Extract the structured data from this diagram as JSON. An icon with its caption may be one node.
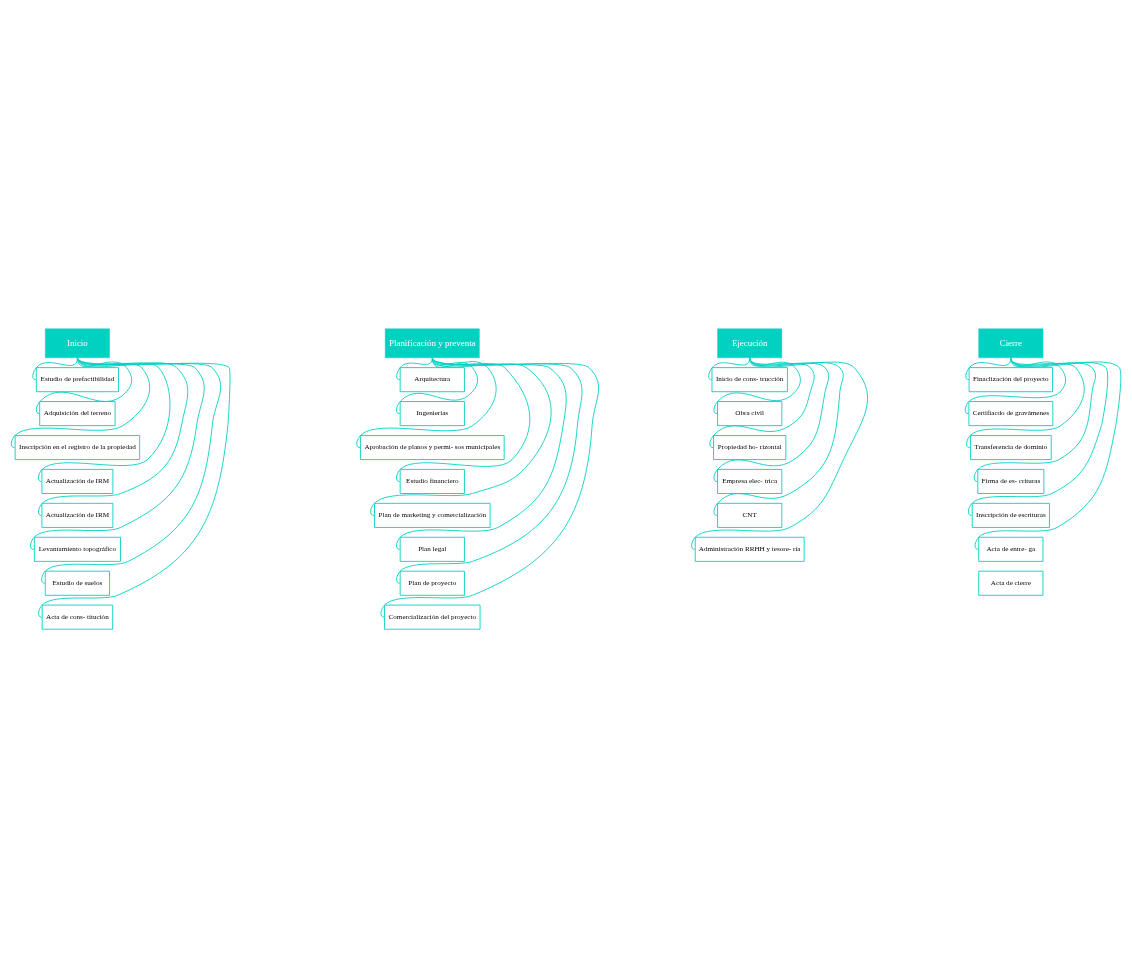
{
  "diagram": {
    "nodes": [
      {
        "text": [
          "Inicio"
        ]
      },
      {
        "text": [
          "Estudio de prefactibilidad"
        ]
      },
      {
        "text": [
          "Adquisición del terreno"
        ]
      },
      {
        "text": [
          "Inscripción en el registro de la propiedad"
        ]
      },
      {
        "text": [
          "Actualización de IRM"
        ]
      },
      {
        "text": [
          "Actualización de IRM"
        ]
      },
      {
        "text": [
          "Levantamiento topográfico"
        ]
      },
      {
        "text": [
          "Estudio de suelos"
        ]
      },
      {
        "text": [
          "Acta de cons- titución"
        ]
      },
      {
        "text": [
          "Planificación y preventa"
        ]
      },
      {
        "text": [
          "Arquitectura"
        ]
      },
      {
        "text": [
          "Ingenierías"
        ]
      },
      {
        "text": [
          "Aprobación de planos y permi- sos municipales"
        ]
      },
      {
        "text": [
          "Estudio financiero"
        ]
      },
      {
        "text": [
          "Plan de marketing y comercialización"
        ]
      },
      {
        "text": [
          "Plan legal"
        ]
      },
      {
        "text": [
          "Plan de proyecto"
        ]
      },
      {
        "text": [
          "Comercialización del proyecto"
        ]
      },
      {
        "text": [
          "Ejecución"
        ]
      },
      {
        "text": [
          "Inicio de cons- trucción"
        ]
      },
      {
        "text": [
          "Obra civil"
        ]
      },
      {
        "text": [
          "Propiedad ho- rizontal"
        ]
      },
      {
        "text": [
          "Empresa elec- trica"
        ]
      },
      {
        "text": [
          "CNT"
        ]
      },
      {
        "text": [
          "Administración RRHH y tesore- ría"
        ]
      },
      {
        "text": [
          "Cierre"
        ]
      },
      {
        "text": [
          "Finaclización del proyecto"
        ]
      },
      {
        "text": [
          "Certifiacdo de gravámenes"
        ]
      },
      {
        "text": [
          "Transferencia de dominio"
        ]
      },
      {
        "text": [
          "Firma de es- crituras"
        ]
      },
      {
        "text": [
          "Inscripción de escrituras"
        ]
      },
      {
        "text": [
          "Acta de entre- ga"
        ]
      },
      {
        "text": [
          "Acta de cierre"
        ]
      }
    ],
    "edges": [
      {
        "from": 0,
        "to": 1,
        "arrow": "none"
      },
      {
        "from": 0,
        "to": 2,
        "arrow": "none"
      },
      {
        "from": 0,
        "to": 3,
        "arrow": "none"
      },
      {
        "from": 0,
        "to": 4,
        "arrow": "none"
      },
      {
        "from": 0,
        "to": 5,
        "arrow": "none"
      },
      {
        "from": 0,
        "to": 6,
        "arrow": "none"
      },
      {
        "from": 0,
        "to": 7,
        "arrow": "none"
      },
      {
        "from": 0,
        "to": 8,
        "arrow": "none"
      },
      {
        "from": 9,
        "to": 10,
        "arrow": "none"
      },
      {
        "from": 9,
        "to": 11,
        "arrow": "none"
      },
      {
        "from": 9,
        "to": 12,
        "arrow": "none"
      },
      {
        "from": 9,
        "to": 13,
        "arrow": "none"
      },
      {
        "from": 9,
        "to": 14,
        "arrow": "none"
      },
      {
        "from": 9,
        "to": 15,
        "arrow": "none"
      },
      {
        "from": 9,
        "to": 16,
        "arrow": "none"
      },
      {
        "from": 9,
        "to": 17,
        "arrow": "none"
      },
      {
        "from": 18,
        "to": 19,
        "arrow": "none"
      },
      {
        "from": 18,
        "to": 20,
        "arrow": "none"
      },
      {
        "from": 18,
        "to": 21,
        "arrow": "none"
      },
      {
        "from": 18,
        "to": 22,
        "arrow": "none"
      },
      {
        "from": 18,
        "to": 23,
        "arrow": "none"
      },
      {
        "from": 18,
        "to": 24,
        "arrow": "none"
      },
      {
        "from": 25,
        "to": 26,
        "arrow": "none"
      },
      {
        "from": 25,
        "to": 27,
        "arrow": "none"
      },
      {
        "from": 25,
        "to": 28,
        "arrow": "none"
      },
      {
        "from": 25,
        "to": 29,
        "arrow": "none"
      },
      {
        "from": 25,
        "to": 30,
        "arrow": "none"
      },
      {
        "from": 25,
        "to": 31,
        "arrow": "none"
      }
    ]
  }
}
